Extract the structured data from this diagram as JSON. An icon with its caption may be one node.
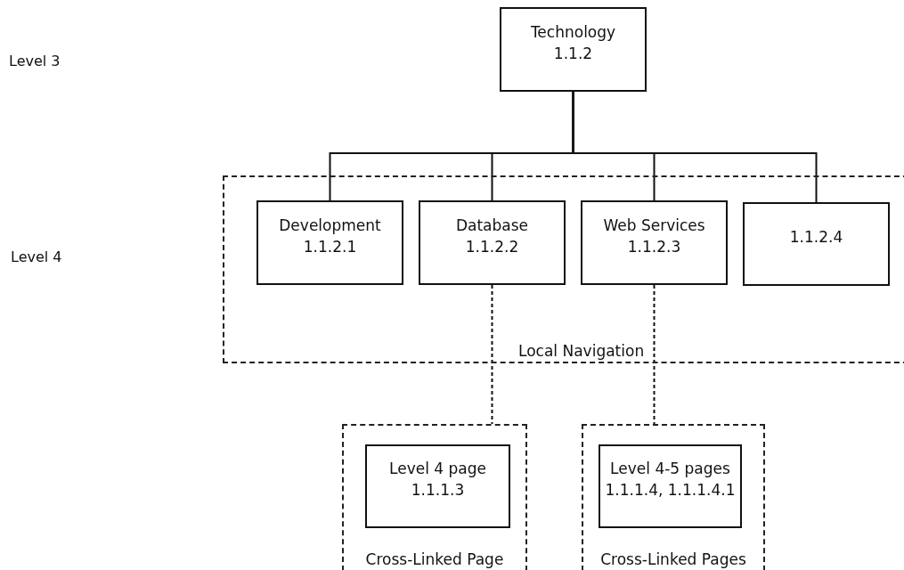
{
  "diagram": {
    "nodes": [
      {
        "text": [
          "Technology",
          "1.1.2"
        ]
      },
      {
        "text": [
          "Local Navigation"
        ]
      },
      {
        "text": [
          "Development",
          "1.1.2.1"
        ],
        "in": 1
      },
      {
        "text": [
          "Database",
          "1.1.2.2"
        ],
        "in": 1
      },
      {
        "text": [
          "Web Services",
          "1.1.2.3"
        ],
        "in": 1
      },
      {
        "text": [
          "1.1.2.4"
        ],
        "in": 1
      },
      {
        "text": [
          "Cross-Linked Page"
        ]
      },
      {
        "text": [
          "Level 4 page",
          "1.1.1.3"
        ],
        "in": 6
      },
      {
        "text": [
          "Cross-Linked Pages"
        ]
      },
      {
        "text": [
          "Level 4-5 pages",
          "1.1.1.4, 1.1.1.4.1"
        ],
        "in": 8
      }
    ],
    "edges": [
      {
        "from": 0,
        "to": 2,
        "arrow": "none"
      },
      {
        "from": 0,
        "to": 3,
        "arrow": "none"
      },
      {
        "from": 0,
        "to": 4,
        "arrow": "none"
      },
      {
        "from": 0,
        "to": 5,
        "arrow": "none"
      },
      {
        "from": 3,
        "to": 6,
        "arrow": "none",
        "style": "dashed"
      },
      {
        "from": 4,
        "to": 8,
        "arrow": "none",
        "style": "dashed"
      }
    ],
    "labels": [
      "Level 3",
      "Level 4"
    ]
  }
}
